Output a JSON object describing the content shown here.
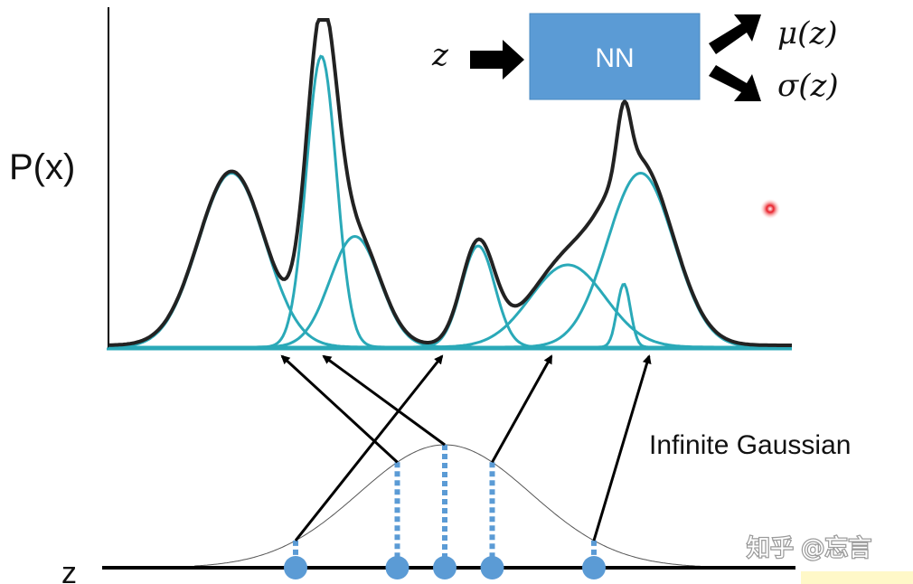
{
  "y_axis_label": "P(x)",
  "nn_label": "NN",
  "input_label": "z",
  "output_mu_label": "μ(z)",
  "output_sigma_label": "σ(z)",
  "caption": "Infinite Gaussian",
  "z_axis_label": "z",
  "watermark": "知乎 @忘言",
  "colors": {
    "component": "#2aa9b8",
    "mixture": "#222222",
    "nn_box": "#5b9bd5",
    "sample_point": "#5b9bd5",
    "arrow": "#000000",
    "laser_dot": "#e8202a"
  },
  "components": [
    {
      "mean": 0.22,
      "height": 0.55
    },
    {
      "mean": 0.38,
      "height": 0.92
    },
    {
      "mean": 0.44,
      "height": 0.35
    },
    {
      "mean": 0.66,
      "height": 0.32
    },
    {
      "mean": 0.82,
      "height": 0.26
    },
    {
      "mean": 0.92,
      "height": 0.2
    },
    {
      "mean": 0.95,
      "height": 0.55
    }
  ],
  "z_samples": [
    {
      "z": -1.1,
      "component_index": 1
    },
    {
      "z": -0.35,
      "component_index": 2
    },
    {
      "z": 0.0,
      "component_index": 0
    },
    {
      "z": 0.35,
      "component_index": 4
    },
    {
      "z": 1.1,
      "component_index": 6
    }
  ]
}
